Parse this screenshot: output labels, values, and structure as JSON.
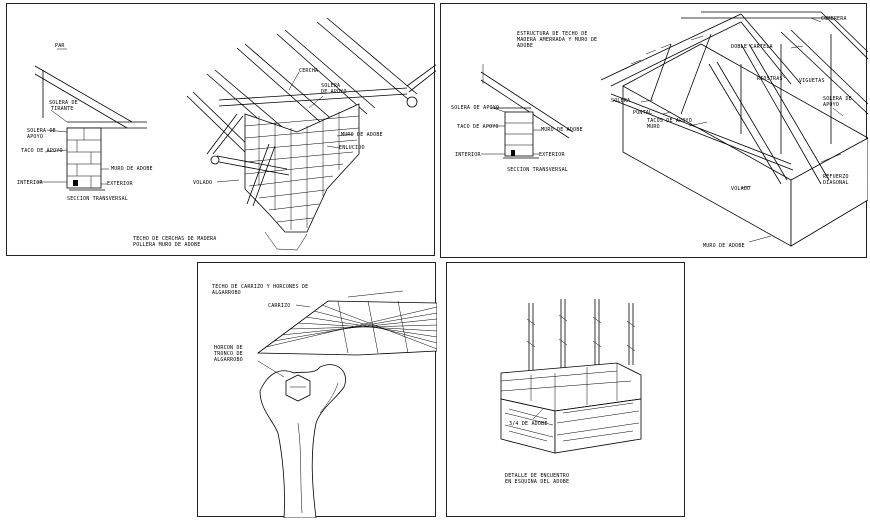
{
  "panel1": {
    "par": "PAR",
    "tirante_1": "SOLERA DE",
    "tirante_2": "TIRANTE",
    "solera_apoyo_1": "SOLERA DE",
    "solera_apoyo_2": "APOYO",
    "taco_apoyo": "TACO DE APOYO",
    "muro_adobe": "MURO DE ADOBE",
    "interior": "INTERIOR",
    "exterior": "EXTERIOR",
    "seccion": "SECCION TRANSVERSAL",
    "cercha": "CERCHA",
    "solera_1": "SOLERA",
    "solera_2": "DE APOYO",
    "muro_adobe_2": "MURO DE ADOBE",
    "enlucido": "ENLUCIDO",
    "volado": "VOLADO",
    "caption_1": "TECHO DE CERCHAS DE MADERA",
    "caption_2": "POLLERA MURO DE ADOBE"
  },
  "panel2": {
    "title_1": "ESTRUCTURA DE TECHO DE",
    "title_2": "MADERA AMERRADA Y MURO DE",
    "title_3": "ADOBE",
    "cumbrera": "CUMBRERA",
    "doble_cartela": "DOBLE CARTELA",
    "riostras": "RIOSTRAS",
    "viguetas": "VIGUETAS",
    "solera_apoyo_1": "SOLERA DE",
    "solera_apoyo_2": "APOYO",
    "solera": "SOLERA",
    "puntal": "PUNTAL",
    "tacos_1": "TACOS DE APOYO",
    "tacos_2": "MURO",
    "refuerzo_1": "REFUERZO",
    "refuerzo_2": "DIAGONAL",
    "volado": "VOLADO",
    "muro_adobe": "MURO DE ADOBE",
    "small_solera": "SOLERA DE APOYO",
    "small_taco": "TACO DE APOYO",
    "small_muro": "MURO DE ADOBE",
    "small_interior": "INTERIOR",
    "small_exterior": "EXTERIOR",
    "small_seccion": "SECCION TRANSVERSAL"
  },
  "panel3": {
    "title_1": "TECHO DE CARRIZO Y HORCONES DE",
    "title_2": "ALGARROBO",
    "carrizo": "CARRIZO",
    "horcon_1": "HORCON DE",
    "horcon_2": "TRONCO DE",
    "horcon_3": "ALGARROBO"
  },
  "panel4": {
    "adobe": "3/4 DE ADOBE",
    "caption_1": "DETALLE DE ENCUENTRO",
    "caption_2": "EN ESQUINA DEL ADOBE"
  }
}
